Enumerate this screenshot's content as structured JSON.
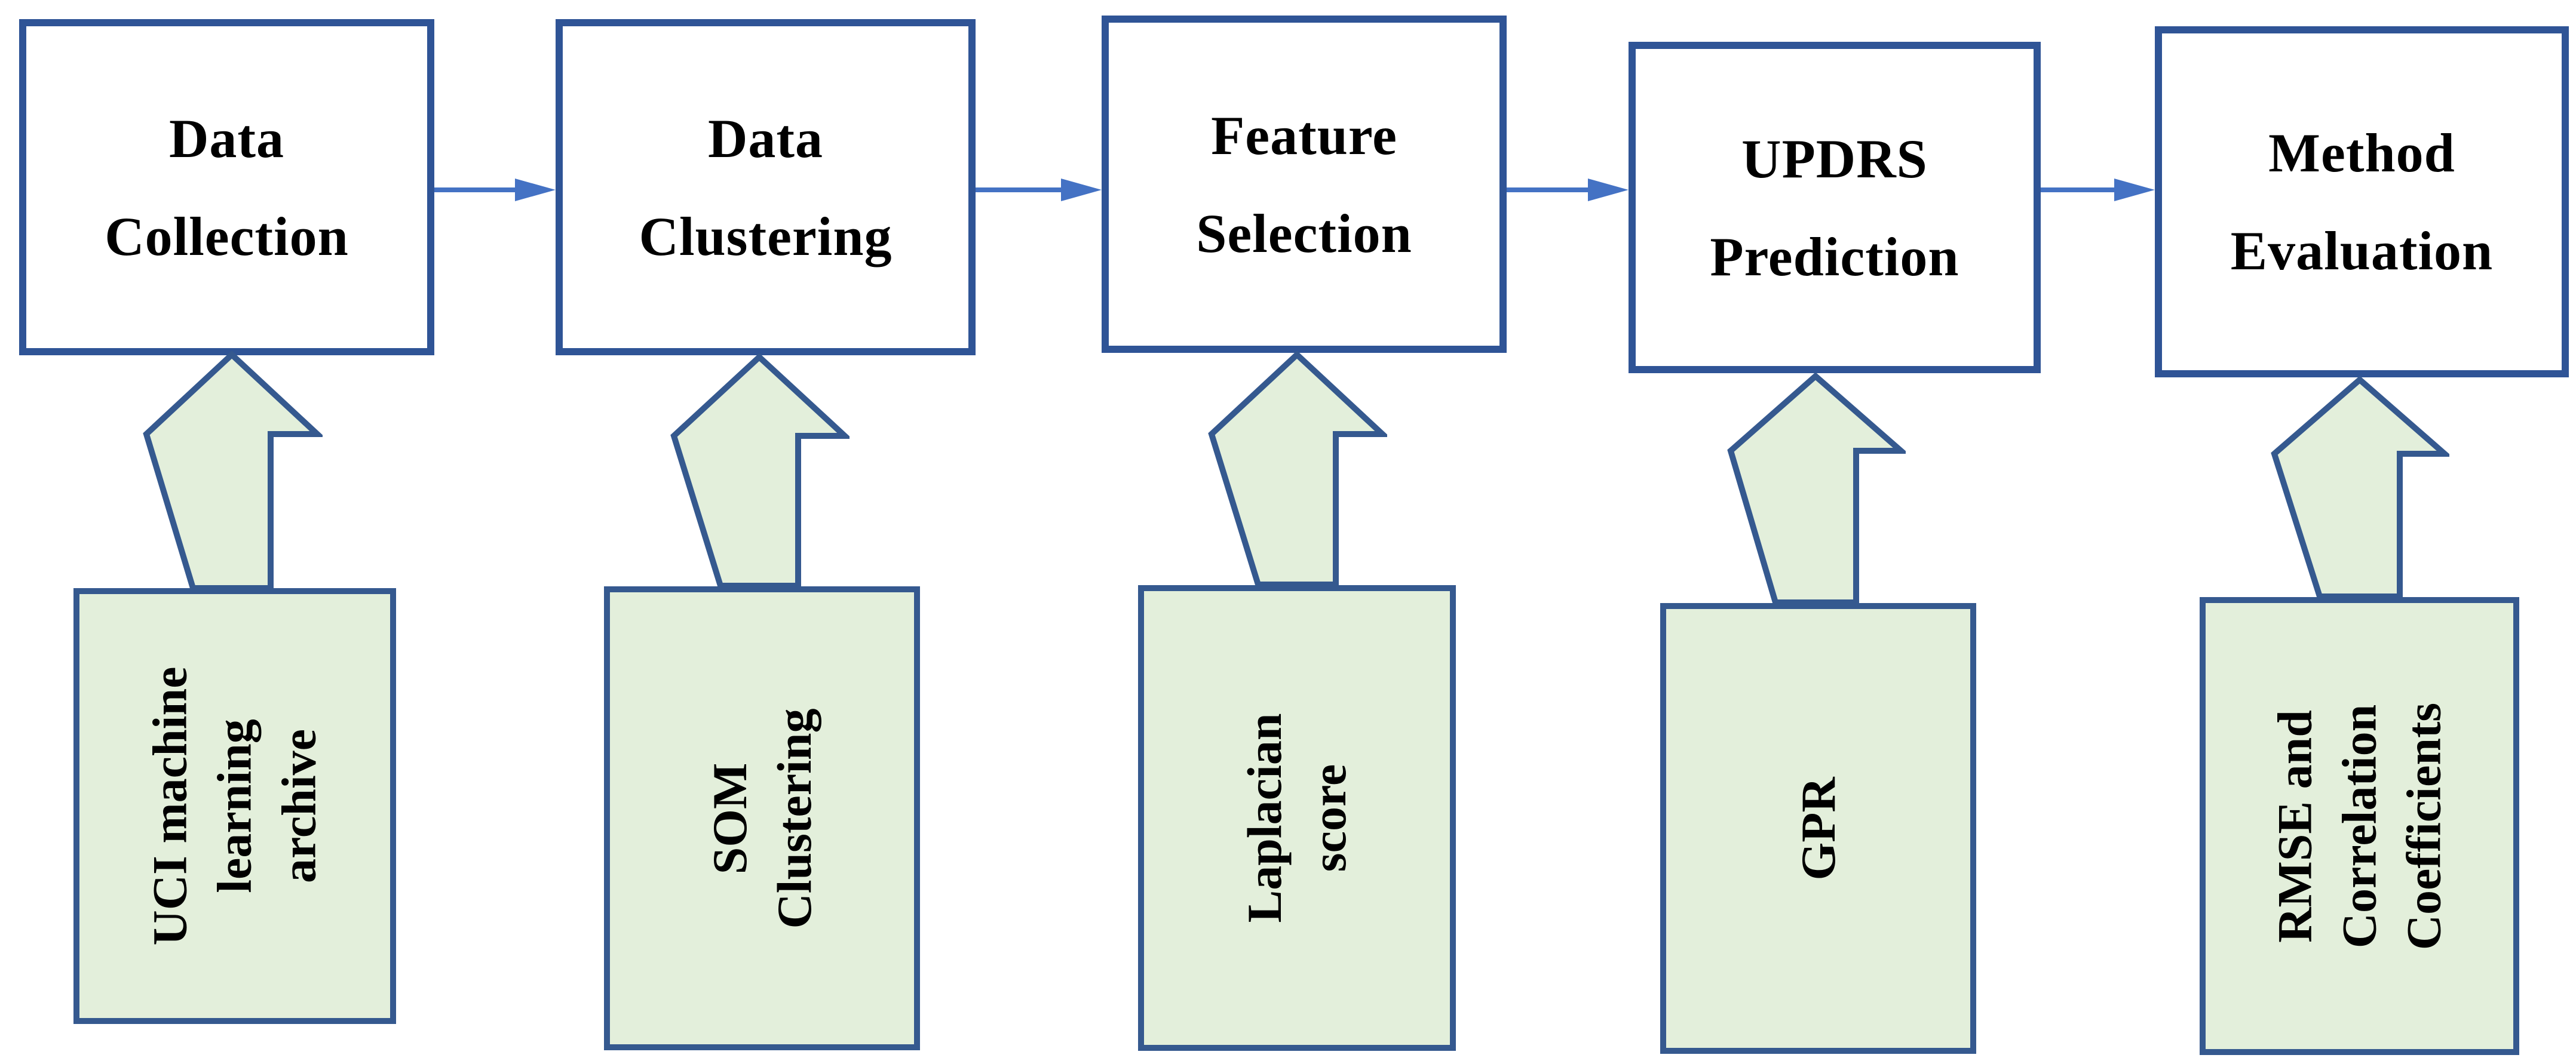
{
  "diagram": {
    "title": "UPDRS prediction pipeline flowchart",
    "stages": [
      {
        "line1": "Data",
        "line2": "Collection"
      },
      {
        "line1": "Data",
        "line2": "Clustering"
      },
      {
        "line1": "Feature",
        "line2": "Selection"
      },
      {
        "line1": "UPDRS",
        "line2": "Prediction"
      },
      {
        "line1": "Method",
        "line2": "Evaluation"
      }
    ],
    "sources": [
      {
        "lines": [
          "UCI machine",
          "learning",
          "archive"
        ]
      },
      {
        "lines": [
          "SOM",
          "Clustering"
        ]
      },
      {
        "lines": [
          "Laplacian",
          "score"
        ]
      },
      {
        "lines": [
          "GPR"
        ]
      },
      {
        "lines": [
          "RMSE and",
          "Correlation",
          "Coefficients"
        ]
      }
    ],
    "colors": {
      "box_border": "#2f5496",
      "connector": "#4472c4",
      "source_fill": "#e3efdb",
      "source_border": "#35598f",
      "text": "#000000",
      "background": "#ffffff"
    }
  }
}
